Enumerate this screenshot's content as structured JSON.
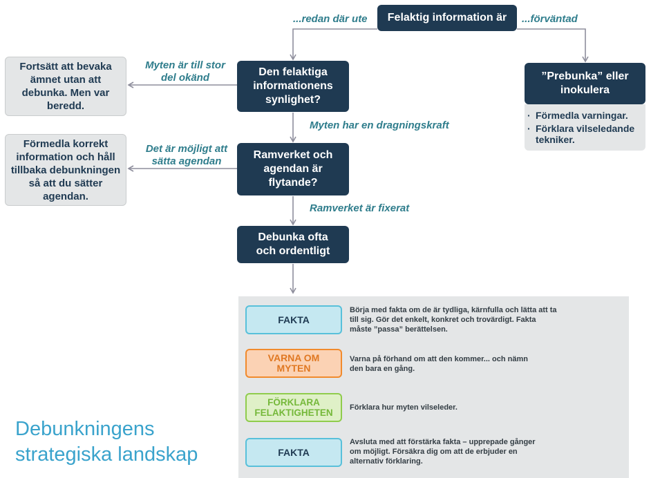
{
  "nodes": {
    "start": "Felaktig information är",
    "visibility": "Den felaktiga informationens synlighet?",
    "framework": "Ramverket och agendan är flytande?",
    "debunk": "Debunka ofta och ordentligt",
    "prebunk": "”Prebunka” eller inokulera"
  },
  "edges": {
    "already_there": "...redan där ute",
    "expected": "...förväntad",
    "myth_unknown": "Myten är till stor del okänd",
    "myth_traction": "Myten har en dragningskraft",
    "agenda_possible": "Det är möjligt att sätta agendan",
    "framework_fixed": "Ramverket är fixerat"
  },
  "advice": {
    "keep_monitoring": "Fortsätt att bevaka ämnet utan att debunka. Men var beredd.",
    "hold_back": "Förmedla korrekt information och håll tillbaka debunkningen så att du sätter agendan."
  },
  "prebunk_points": [
    "Förmedla varningar.",
    "Förklara vilseledande tekniker."
  ],
  "steps": [
    {
      "tag": "FAKTA",
      "text": "Börja med fakta om de är tydliga, kärnfulla och lätta att ta till sig. Gör det enkelt, konkret och trovärdigt. Fakta måste ”passa” berättelsen."
    },
    {
      "tag": "VARNA OM MYTEN",
      "text": "Varna på förhand om att den kommer... och nämn den bara en gång."
    },
    {
      "tag": "FÖRKLARA FELAKTIGHETEN",
      "text": "Förklara hur myten vilseleder."
    },
    {
      "tag": "FAKTA",
      "text": "Avsluta med att förstärka fakta – upprepade gånger om möjligt. Försäkra dig om att de erbjuder en alternativ förklaring."
    }
  ],
  "page_title": "Debunkningens strategiska landskap",
  "colors": {
    "dark_box": "#1f3a52",
    "edge_label": "#2f7d8c",
    "title": "#3aa3cc",
    "fakta": "#58c0da",
    "varna": "#f18a2c",
    "forklara": "#8fcc4c"
  }
}
